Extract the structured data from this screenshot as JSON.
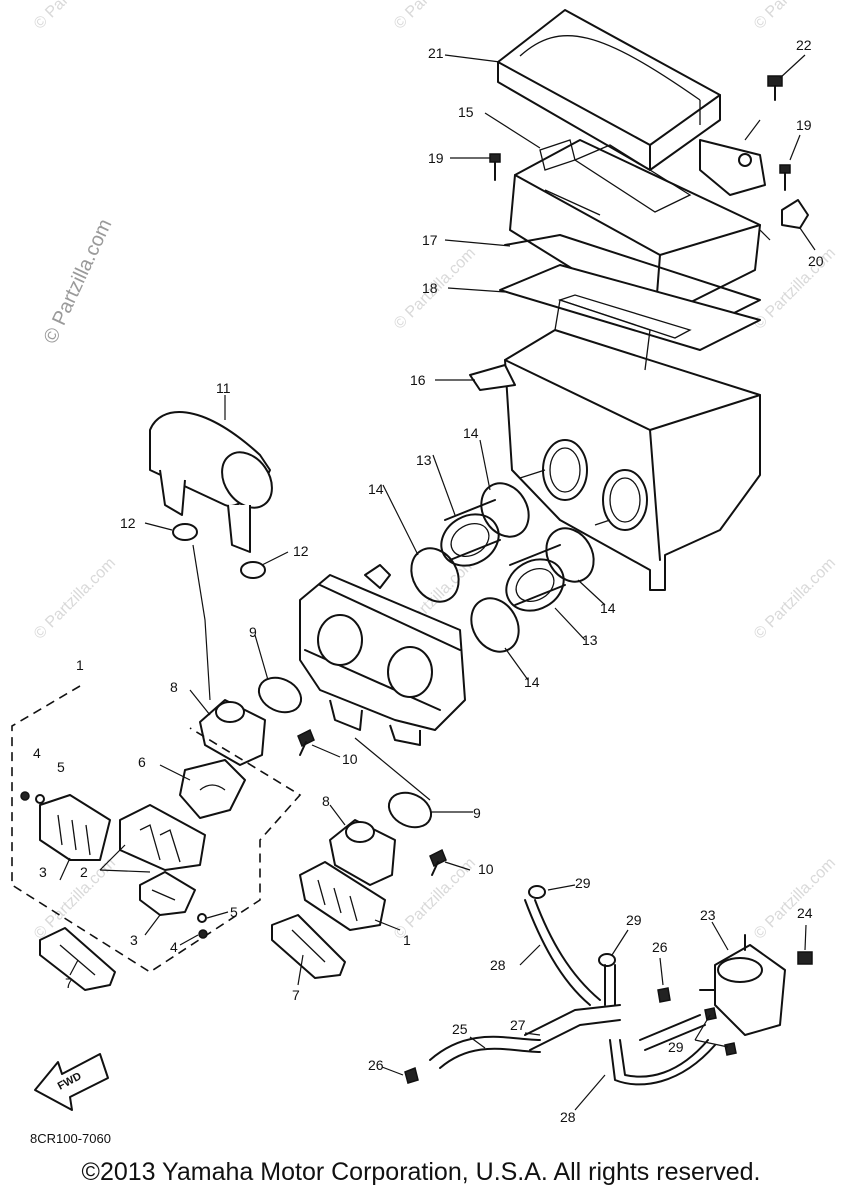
{
  "watermark": "© Partzilla.com",
  "diagram_code": "8CR100-7060",
  "fwd_label": "FWD",
  "copyright": "©2013  Yamaha Motor Corporation, U.S.A. All rights reserved.",
  "callouts": {
    "c1a": "1",
    "c1b": "1",
    "c2": "2",
    "c3a": "3",
    "c3b": "3",
    "c4a": "4",
    "c4b": "4",
    "c5a": "5",
    "c5b": "5",
    "c6": "6",
    "c7a": "7",
    "c7b": "7",
    "c8a": "8",
    "c8b": "8",
    "c9a": "9",
    "c9b": "9",
    "c10a": "10",
    "c10b": "10",
    "c11": "11",
    "c12a": "12",
    "c12b": "12",
    "c13a": "13",
    "c13b": "13",
    "c14a": "14",
    "c14b": "14",
    "c14c": "14",
    "c14d": "14",
    "c15": "15",
    "c16": "16",
    "c17": "17",
    "c18": "18",
    "c19a": "19",
    "c19b": "19",
    "c20": "20",
    "c21": "21",
    "c22": "22",
    "c23": "23",
    "c24": "24",
    "c25": "25",
    "c26a": "26",
    "c26b": "26",
    "c27": "27",
    "c28a": "28",
    "c28b": "28",
    "c29a": "29",
    "c29b": "29",
    "c29c": "29"
  }
}
